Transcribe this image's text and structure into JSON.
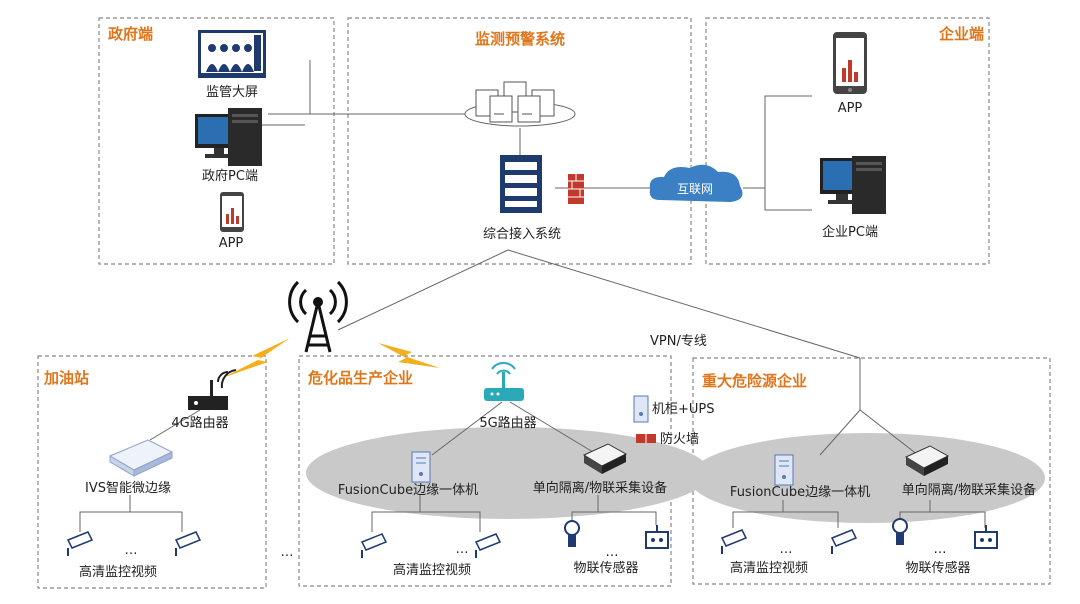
{
  "regions": {
    "gov": "政府端",
    "monitor": "监测预警系统",
    "enterprise": "企业端",
    "gas": "加油站",
    "chem": "危化品生产企业",
    "hazard": "重大危险源企业"
  },
  "gov": {
    "screen": "监管大屏",
    "pc": "政府PC端",
    "app": "APP"
  },
  "monitor": {
    "access": "综合接入系统",
    "internet": "互联网"
  },
  "enterprise": {
    "app": "APP",
    "pc": "企业PC端"
  },
  "link": {
    "vpn": "VPN/专线"
  },
  "gas": {
    "router": "4G路由器",
    "edge": "IVS智能微边缘",
    "video": "高清监控视频",
    "dots": "…"
  },
  "chem": {
    "router": "5G路由器",
    "cube": "FusionCube边缘一体机",
    "iot": "单向隔离/物联采集设备",
    "video": "高清监控视频",
    "sensor": "物联传感器",
    "dots": "…"
  },
  "legend": {
    "ups": "机柜+UPS",
    "firewall": "防火墙"
  },
  "hazard": {
    "cube": "FusionCube边缘一体机",
    "iot": "单向隔离/物联采集设备",
    "video": "高清监控视频",
    "sensor": "物联传感器",
    "dots": "…"
  },
  "between": "…",
  "colors": {
    "heading": "#e0761c",
    "monitor_blue": "#1f3a6e",
    "firewall": "#c0392b",
    "cloud": "#3b7fc4",
    "bolt": "#f2b01e",
    "router": "#2aa9b8",
    "ellipse": "#c9c9c9"
  }
}
